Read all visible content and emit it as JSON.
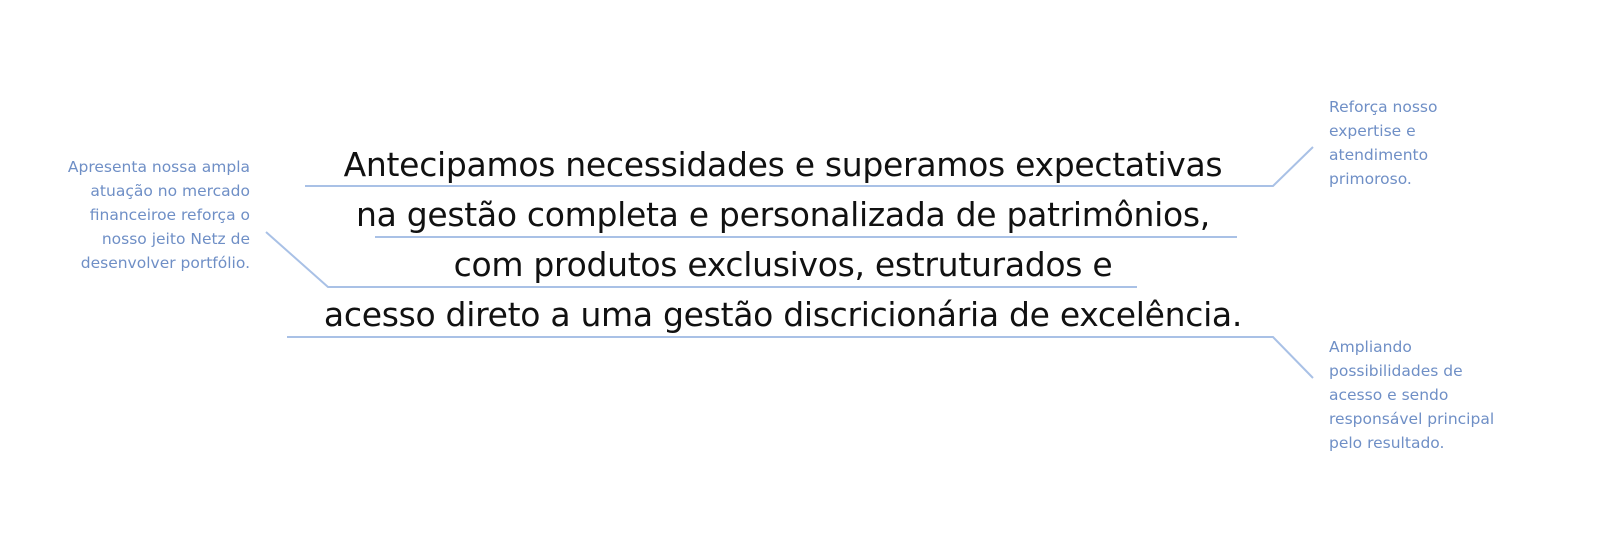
{
  "statement": {
    "lines": [
      "Antecipamos necessidades e superamos expectativas",
      "na gestão completa e personalizada de patrimônios,",
      "com produtos exclusivos, estruturados e",
      "acesso direto a uma gestão discricionária de excelência."
    ]
  },
  "annotations": {
    "left": [
      "Apresenta nossa ampla",
      "atuação no mercado",
      "financeiroe reforça o",
      "nosso jeito Netz de",
      "desenvolver portfólio."
    ],
    "right_top": [
      "Reforça nosso",
      "expertise e",
      "atendimento",
      "primoroso."
    ],
    "right_bottom": [
      "Ampliando",
      "possibilidades de",
      "acesso e sendo",
      "responsável principal",
      "pelo resultado."
    ]
  },
  "colors": {
    "annotation": "#6f8fc6",
    "line": "#a9c1e6",
    "text": "#111111"
  }
}
